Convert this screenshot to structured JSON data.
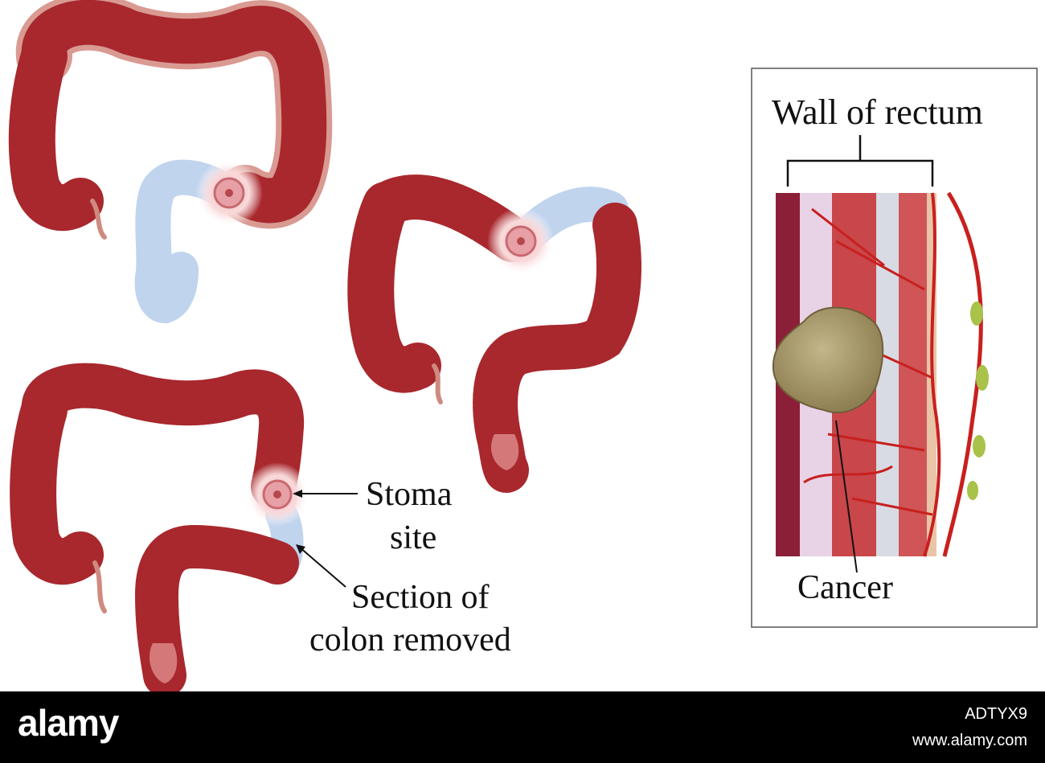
{
  "labels": {
    "wall_of_rectum": "Wall of rectum",
    "cancer": "Cancer",
    "stoma_line1": "Stoma",
    "stoma_line2": "site",
    "section_line1": "Section of",
    "section_line2": "colon removed"
  },
  "footer": {
    "brand": "alamy",
    "image_id": "ADTYX9",
    "site": "www.alamy.com"
  },
  "colors": {
    "colon": "#a8282d",
    "colon_edge": "#d99a92",
    "removed_section": "#b9cfec",
    "stoma": "#e7a0a6",
    "tumor": "#a89a6a",
    "vessel": "#c8201e",
    "lymph_node": "#a8c24a"
  }
}
